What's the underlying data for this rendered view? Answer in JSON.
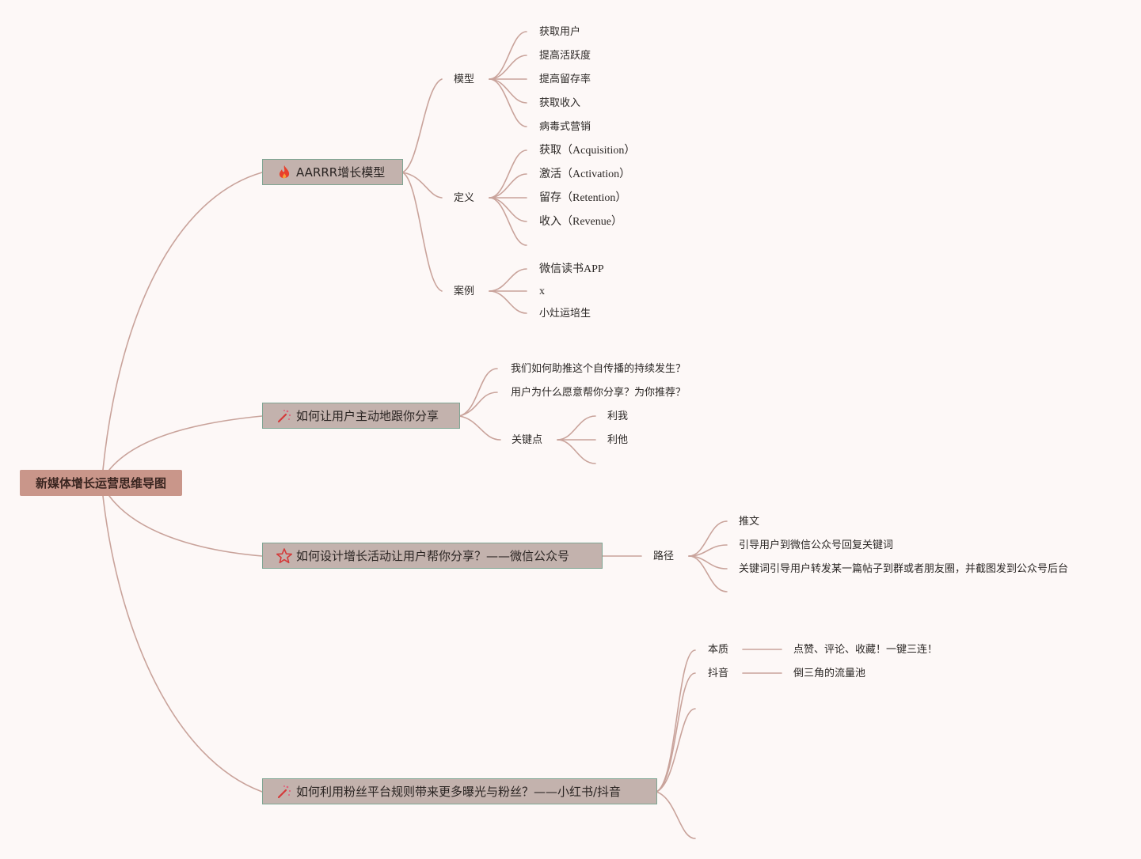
{
  "root": {
    "title": "新媒体增长运营思维导图"
  },
  "colors": {
    "root_fill": "#c9968a",
    "branch_fill": "#c3b2ad",
    "branch_border": "#7fa593",
    "line": "#c9a39b",
    "background": "#fdf8f7"
  },
  "branches": [
    {
      "title": "AARRR增长模型",
      "icon": "fire-icon",
      "groups": [
        {
          "label": "模型",
          "items": [
            "获取用户",
            "提高活跃度",
            "提高留存率",
            "获取收入",
            "病毒式营销"
          ]
        },
        {
          "label": "定义",
          "items": [
            "获取（Acquisition）",
            "激活（Activation）",
            "留存（Retention）",
            "收入（Revenue）"
          ]
        },
        {
          "label": "案例",
          "items": [
            "微信读书APP",
            "x",
            "小灶运培生"
          ]
        }
      ]
    },
    {
      "title": "如何让用户主动地跟你分享",
      "icon": "magic-wand-icon",
      "items": [
        "我们如何助推这个自传播的持续发生？",
        "用户为什么愿意帮你分享？为你推荐？"
      ],
      "groups": [
        {
          "label": "关键点",
          "items": [
            "利我",
            "利他"
          ]
        }
      ]
    },
    {
      "title": "如何设计增长活动让用户帮你分享？——微信公众号",
      "icon": "star-icon",
      "groups": [
        {
          "label": "路径",
          "items": [
            "推文",
            "引导用户到微信公众号回复关键词",
            "关键词引导用户转发某一篇帖子到群或者朋友圈，并截图发到公众号后台"
          ]
        }
      ]
    },
    {
      "title": "如何利用粉丝平台规则带来更多曝光与粉丝？——小红书/抖音",
      "icon": "magic-wand-icon",
      "pairs": [
        {
          "label": "本质",
          "value": "点赞、评论、收藏！一键三连！"
        },
        {
          "label": "抖音",
          "value": "倒三角的流量池"
        }
      ]
    }
  ]
}
